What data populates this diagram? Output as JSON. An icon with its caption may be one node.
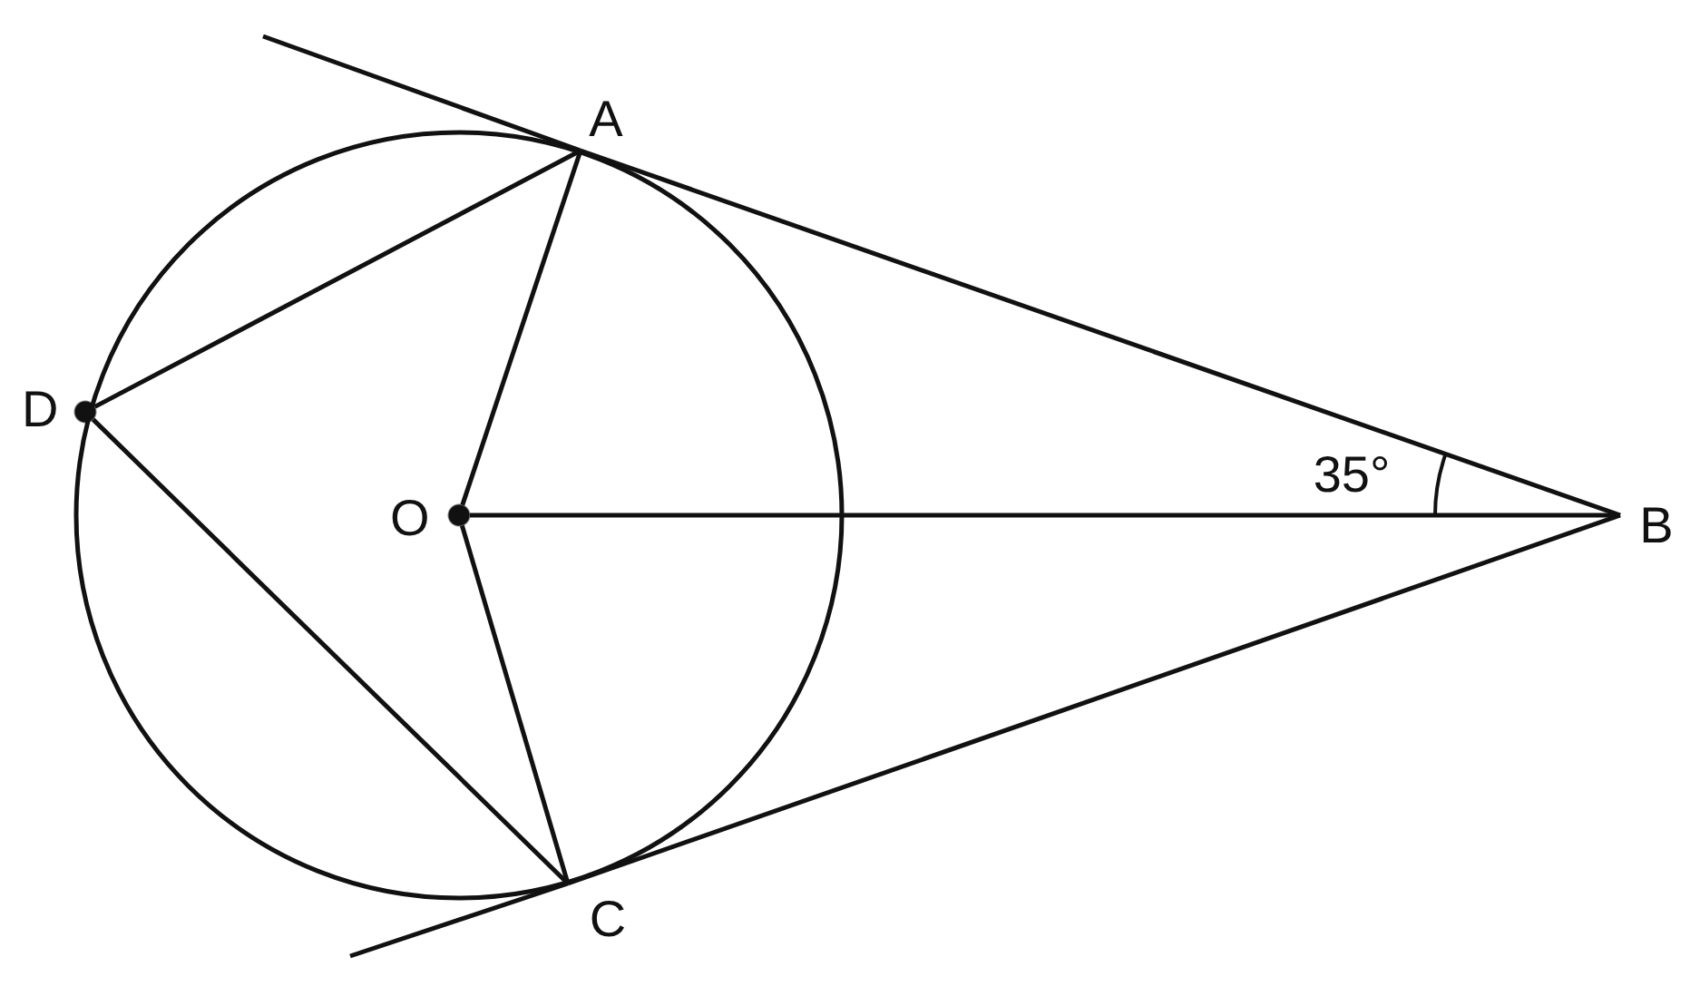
{
  "diagram": {
    "nodes": [
      {
        "text": [
          "A"
        ]
      },
      {
        "text": [
          "D"
        ]
      },
      {
        "text": [
          "O"
        ]
      },
      {
        "text": [
          "B"
        ]
      },
      {
        "text": [
          "C"
        ]
      }
    ],
    "edges": [
      {
        "from": 0,
        "to": 3,
        "arrow": "none"
      },
      {
        "from": 4,
        "to": 3,
        "arrow": "none"
      },
      {
        "from": 2,
        "to": 3,
        "arrow": "none"
      },
      {
        "from": 2,
        "to": 0,
        "arrow": "none"
      },
      {
        "from": 2,
        "to": 4,
        "arrow": "none"
      },
      {
        "from": 1,
        "to": 0,
        "arrow": "none"
      },
      {
        "from": 1,
        "to": 4,
        "arrow": "none"
      }
    ],
    "labels": [
      "35°"
    ]
  }
}
